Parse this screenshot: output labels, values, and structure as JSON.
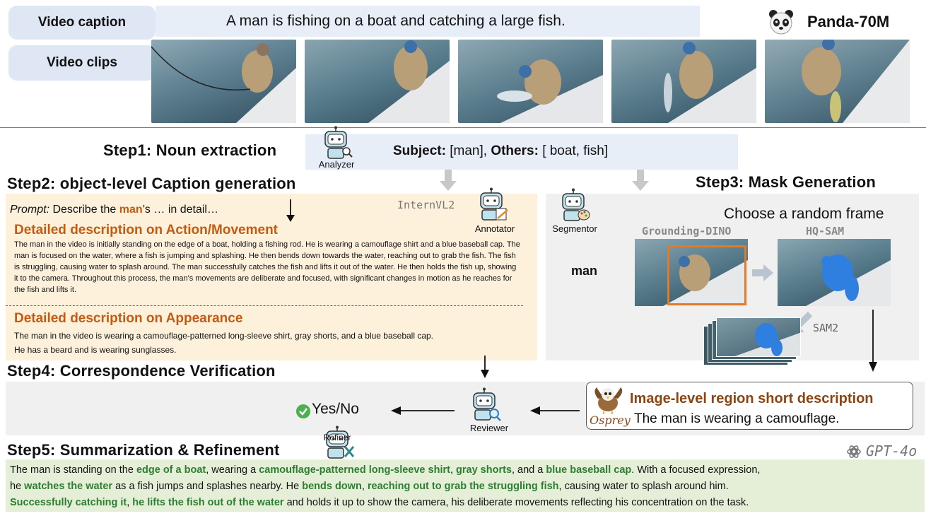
{
  "header": {
    "video_caption_label": "Video caption",
    "video_clips_label": "Video clips",
    "caption_text": "A man is fishing on a boat and catching a large fish.",
    "dataset_name": "Panda-70M"
  },
  "step1": {
    "title": "Step1: Noun extraction",
    "analyzer_label": "Analyzer",
    "subject_key": "Subject:",
    "subject_value": "[man],",
    "others_key": "Others:",
    "others_value": "[ boat, fish]"
  },
  "step2": {
    "title": "Step2: object-level Caption generation",
    "prompt_label": "Prompt:",
    "prompt_pre": "Describe the",
    "prompt_obj": "man",
    "prompt_post": "’s … in detail…",
    "model_name": "InternVL2",
    "annotator_label": "Annotator",
    "action_heading": "Detailed description on Action/Movement",
    "action_text": "The man in the video is initially standing on the edge of a boat, holding a fishing rod. He is wearing a camouflage shirt and a blue baseball cap. The man is focused on the water, where a fish is jumping and splashing. He then bends down towards the water, reaching out to grab the fish. The fish is struggling, causing water to splash around. The man successfully catches the fish and lifts it out of the water. He then holds the fish up, showing it to the camera. Throughout this process, the man's movements are deliberate and focused, with significant changes in motion as he reaches for the fish and lifts it.",
    "appearance_heading": "Detailed description on Appearance",
    "appearance_text_1": "The man in the video is wearing a camouflage-patterned long-sleeve shirt, gray shorts, and a blue baseball cap.",
    "appearance_text_2": "He has a beard and is wearing sunglasses."
  },
  "step3": {
    "title": "Step3: Mask Generation",
    "segmentor_label": "Segmentor",
    "choose_text": "Choose a random frame",
    "grounding_label": "Grounding-DINO",
    "hqsam_label": "HQ-SAM",
    "object_label": "man",
    "sam2_label": "SAM2"
  },
  "step4": {
    "title": "Step4: Correspondence Verification",
    "result_text": "Yes/No",
    "reviewer_label": "Reviewer",
    "region_heading": "Image-level region short description",
    "osprey_label": "Osprey",
    "region_text": "The man is wearing a camouflage."
  },
  "step5": {
    "title": "Step5: Summarization & Refinement",
    "refiner_label": "Refiner",
    "model_name": "GPT-4o",
    "summary_line1": [
      {
        "t": "The man is standing on the ",
        "b": false
      },
      {
        "t": "edge of a boat",
        "b": true
      },
      {
        "t": ", wearing a ",
        "b": false
      },
      {
        "t": "camouflage-patterned long-sleeve shirt",
        "b": true
      },
      {
        "t": ", ",
        "b": false
      },
      {
        "t": "gray shorts",
        "b": true
      },
      {
        "t": ", and a ",
        "b": false
      },
      {
        "t": "blue baseball cap",
        "b": true
      },
      {
        "t": ". With a focused expression,",
        "b": false
      }
    ],
    "summary_line2": [
      {
        "t": "he ",
        "b": false
      },
      {
        "t": "watches the water",
        "b": true
      },
      {
        "t": " as a fish jumps and splashes nearby. He ",
        "b": false
      },
      {
        "t": "bends down",
        "b": true
      },
      {
        "t": ", ",
        "b": false
      },
      {
        "t": "reaching out to grab the struggling fish",
        "b": true
      },
      {
        "t": ", causing water to splash around him.",
        "b": false
      }
    ],
    "summary_line3": [
      {
        "t": "Successfully catching it",
        "b": true
      },
      {
        "t": ", ",
        "b": false
      },
      {
        "t": "he lifts the fish out of the water",
        "b": true
      },
      {
        "t": " and holds it up to show the camera, his deliberate movements reflecting his concentration on the task.",
        "b": false
      }
    ]
  },
  "colors": {
    "accent_orange": "#c55a11",
    "summary_green": "#2e7d32",
    "panel_beige": "#fdf1dc",
    "panel_grey": "#f0f0f0",
    "pill_blue": "#dfe6f4"
  }
}
